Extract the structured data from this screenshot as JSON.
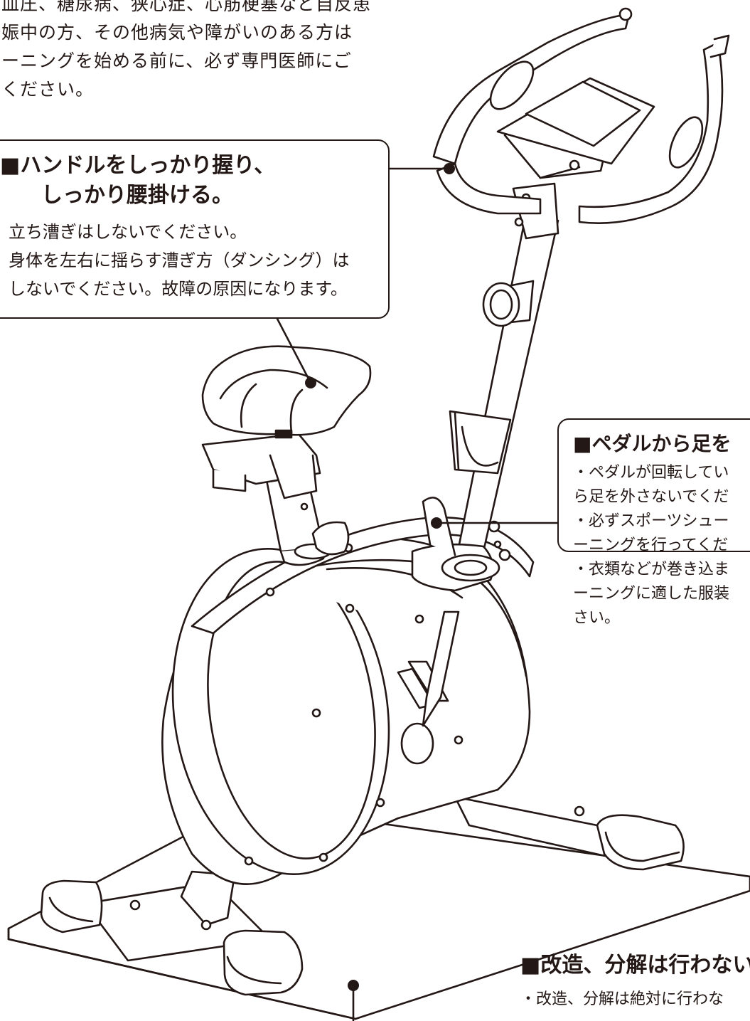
{
  "intro": {
    "lines": [
      "高血圧、糖尿病、狭心症、心筋梗塞など自反患",
      "妊娠中の方、その他病気や障がいのある方は",
      "レーニングを始める前に、必ず専門医師にご",
      "談ください。"
    ]
  },
  "callouts": {
    "handle": {
      "title_line1": "■ハンドルをしっかり握り、",
      "title_line2": "しっかり腰掛ける。",
      "lines": [
        "立ち漕ぎはしないでください。",
        "身体を左右に揺らす漕ぎ方（ダンシング）は",
        "しないでください。故障の原因になります。"
      ]
    },
    "pedal": {
      "title": "■ペダルから足を",
      "lines": [
        "・ペダルが回転してい",
        "ら足を外さないでくだ",
        "・必ずスポーツシュー",
        "ーニングを行ってくだ",
        "・衣類などが巻き込ま",
        "ーニングに適した服装",
        "さい。"
      ]
    },
    "modify": {
      "title": "■改造、分解は行わない",
      "line": "・改造、分解は絶対に行わな"
    }
  },
  "colors": {
    "ink": "#231815",
    "paper": "#ffffff"
  },
  "illustration": "exercise-bike-line-drawing"
}
